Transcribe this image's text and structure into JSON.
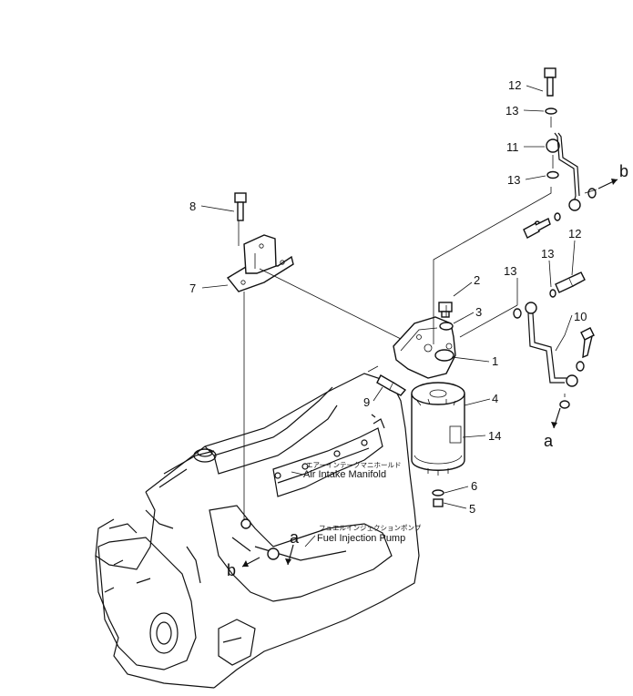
{
  "part_numbers": [
    "1",
    "2",
    "3",
    "4",
    "5",
    "6",
    "7",
    "8",
    "9",
    "10",
    "11",
    "12",
    "13",
    "14"
  ],
  "callouts": [
    {
      "id": "p12_top",
      "text": "12"
    },
    {
      "id": "p13_a",
      "text": "13"
    },
    {
      "id": "p11",
      "text": "11"
    },
    {
      "id": "p13_b",
      "text": "13"
    },
    {
      "id": "p8",
      "text": "8"
    },
    {
      "id": "p7",
      "text": "7"
    },
    {
      "id": "p2",
      "text": "2"
    },
    {
      "id": "p3",
      "text": "3"
    },
    {
      "id": "p1",
      "text": "1"
    },
    {
      "id": "p9",
      "text": "9"
    },
    {
      "id": "p4",
      "text": "4"
    },
    {
      "id": "p14",
      "text": "14"
    },
    {
      "id": "p6",
      "text": "6"
    },
    {
      "id": "p5",
      "text": "5"
    },
    {
      "id": "p13_c",
      "text": "13"
    },
    {
      "id": "p13_d",
      "text": "13"
    },
    {
      "id": "p12_mid",
      "text": "12"
    },
    {
      "id": "p10",
      "text": "10"
    }
  ],
  "connection_marks": {
    "b_right": "b",
    "a_right": "a",
    "b_left": "b",
    "a_left": "a"
  },
  "labels": {
    "air_intake_jp": "エアーインテークマニホールド",
    "air_intake_en": "Air Intake Manifold",
    "fuel_pump_jp": "フュエルインジェクションポンプ",
    "fuel_pump_en": "Fuel Injection Pump"
  }
}
